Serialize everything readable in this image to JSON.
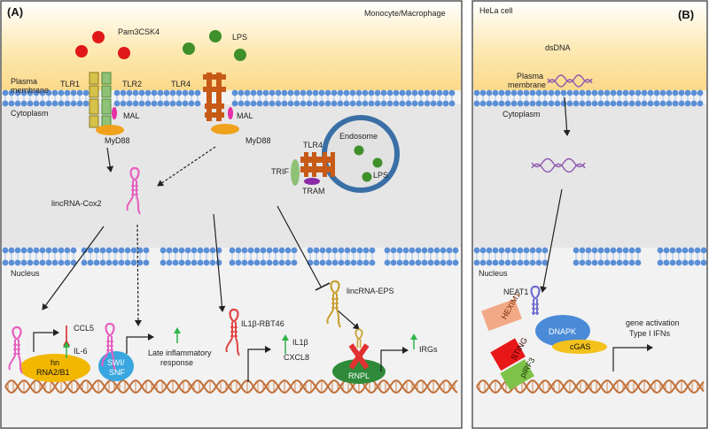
{
  "panel_a": {
    "letter": "(A)",
    "cell_type": "Monocyte/Macrophage",
    "ligands": {
      "pam3csk4": "Pam3CSK4",
      "lps": "LPS"
    },
    "labels": {
      "plasma_membrane_line1": "Plasma",
      "plasma_membrane_line2": "membrane",
      "cytoplasm": "Cytoplasm",
      "nucleus": "Nucleus",
      "tlr1": "TLR1",
      "tlr2": "TLR2",
      "tlr4": "TLR4",
      "mal_1": "MAL",
      "mal_2": "MAL",
      "myd88_1": "MyD88",
      "myd88_2": "MyD88",
      "endosome": "Endosome",
      "endo_tlr4": "TLR4",
      "endo_lps": "LPS",
      "trif": "TRIF",
      "tram": "TRAM",
      "lincrna_cox2": "lincRNA-Cox2",
      "lincrna_eps": "lincRNA-EPS",
      "ccl5": "CCL5",
      "il6": "IL-6",
      "hn_line1": "hn",
      "hn_line2": "RNA2/B1",
      "swi_line1": "SWI/",
      "swi_line2": "SNF",
      "late_line1": "Late inflammatory",
      "late_line2": "response",
      "il1b_rbt46": "IL1β-RBT46",
      "il1b": "IL1β",
      "cxcl8": "CXCL8",
      "rnpl": "RNPL",
      "irgs": "IRGs"
    }
  },
  "panel_b": {
    "letter": "(B)",
    "cell_type": "HeLa cell",
    "labels": {
      "dsdna": "dsDNA",
      "plasma_membrane_line1": "Plasma",
      "plasma_membrane_line2": "membrane",
      "cytoplasm": "Cytoplasm",
      "nucleus": "Nucleus",
      "neat1": "NEAT1",
      "hexim1": "HEXIM1",
      "dnapk": "DNAPK",
      "sting": "STING",
      "irf3": "pIRF3",
      "cgas": "cGAS",
      "gene_activation": "gene activation",
      "type1_ifns": "Type I IFNs"
    }
  },
  "colors": {
    "membrane_bead": "#5b8fd6",
    "membrane_tint": "#fde9b2",
    "cytoplasm": "#e6e6e6",
    "nucleus": "#f2f2f2",
    "dna": "#c0703a",
    "pam3csk4_dot": "#e01818",
    "lps_dot": "#3f8f2a",
    "tlr1": "#d6c24a",
    "tlr2": "#8fc176",
    "tlr4": "#c65a16",
    "mal": "#e62fa6",
    "myd88": "#f0a21c",
    "endosome_ring": "#3a6fa6",
    "lincrna_cox2": "#e65fbf",
    "lincrna_eps": "#c8a030",
    "il1b_rbt46": "#e04545",
    "hnrnp": "#f2b800",
    "swisnf": "#39a6df",
    "rnpl": "#2f8a3a",
    "up_arrow": "#2fb34a",
    "down_arrow": "#e02020",
    "dsdna": "#8e58b0",
    "neat1": "#6f6fd0",
    "hexim1": "#f2a986",
    "dnapk": "#4a8bd8",
    "sting": "#e81818",
    "irf3": "#7fc24a",
    "cgas": "#f3c21c"
  }
}
